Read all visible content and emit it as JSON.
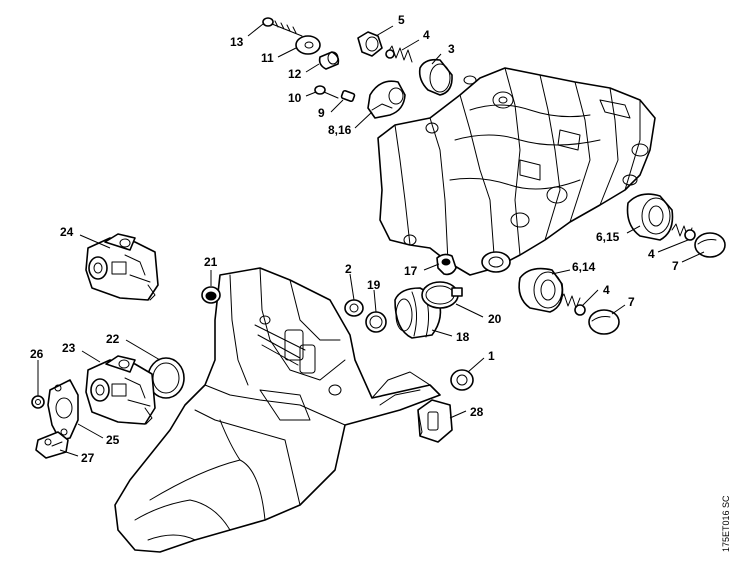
{
  "callouts": [
    {
      "id": "13",
      "text": "13"
    },
    {
      "id": "11",
      "text": "11"
    },
    {
      "id": "12",
      "text": "12"
    },
    {
      "id": "10",
      "text": "10"
    },
    {
      "id": "9",
      "text": "9"
    },
    {
      "id": "8_16",
      "text": "8,16"
    },
    {
      "id": "5",
      "text": "5"
    },
    {
      "id": "4a",
      "text": "4"
    },
    {
      "id": "3",
      "text": "3"
    },
    {
      "id": "24",
      "text": "24"
    },
    {
      "id": "21",
      "text": "21"
    },
    {
      "id": "2",
      "text": "2"
    },
    {
      "id": "19",
      "text": "19"
    },
    {
      "id": "17",
      "text": "17"
    },
    {
      "id": "20",
      "text": "20"
    },
    {
      "id": "18",
      "text": "18"
    },
    {
      "id": "6_15",
      "text": "6,15"
    },
    {
      "id": "4b",
      "text": "4"
    },
    {
      "id": "7a",
      "text": "7"
    },
    {
      "id": "6_14",
      "text": "6,14"
    },
    {
      "id": "4c",
      "text": "4"
    },
    {
      "id": "7b",
      "text": "7"
    },
    {
      "id": "22",
      "text": "22"
    },
    {
      "id": "23",
      "text": "23"
    },
    {
      "id": "26",
      "text": "26"
    },
    {
      "id": "25",
      "text": "25"
    },
    {
      "id": "27",
      "text": "27"
    },
    {
      "id": "1",
      "text": "1"
    },
    {
      "id": "28",
      "text": "28"
    }
  ],
  "drawing_code": "175ET016 SC"
}
